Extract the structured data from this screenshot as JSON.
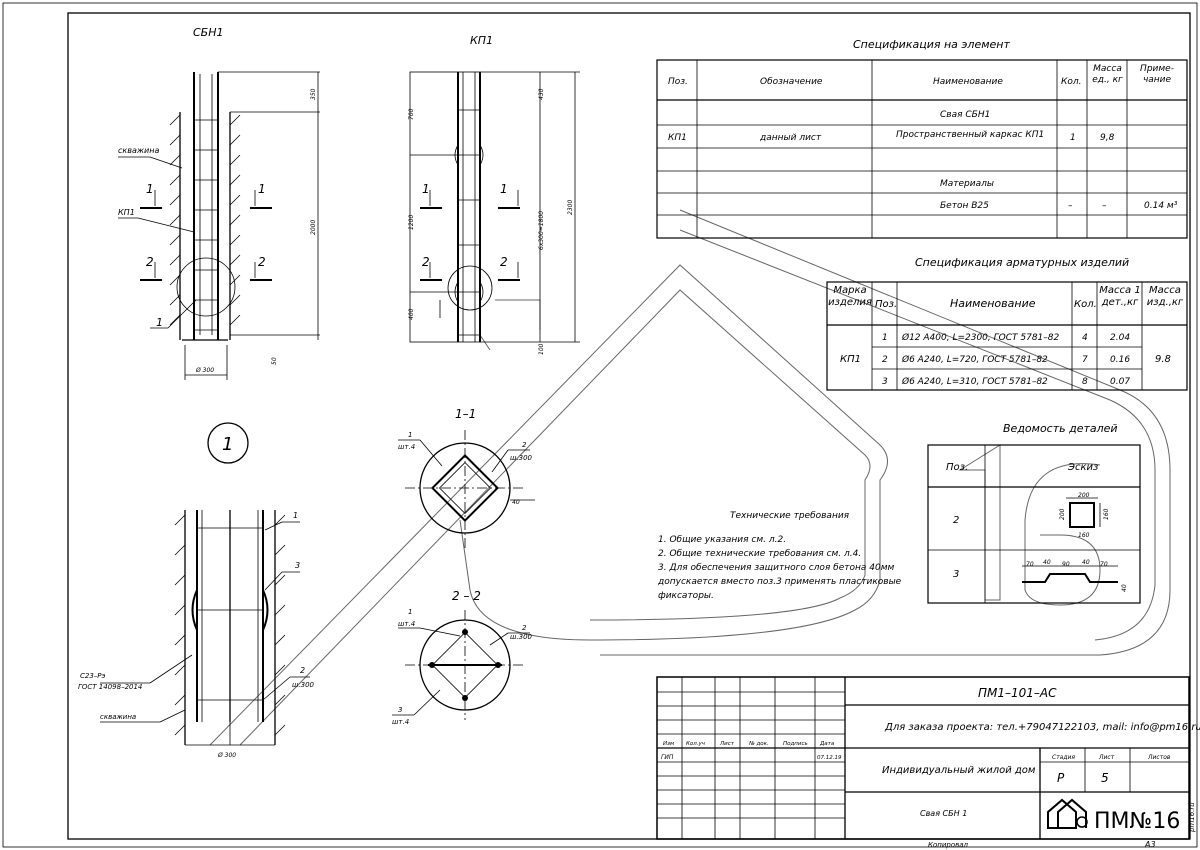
{
  "views": {
    "sbn1_title": "СБН1",
    "kp1_title": "КП1",
    "detail_marker": "1",
    "sbn1": {
      "dim_top": "350",
      "dim_height": "2000",
      "dim_bottom": "50",
      "dim_diameter": "Ø 300",
      "label_well": "скважина",
      "label_kp1": "КП1",
      "label_pos1": "1",
      "sec1a": "1",
      "sec1b": "1",
      "sec2a": "2",
      "sec2b": "2"
    },
    "kp1": {
      "dim_a": "700",
      "dim_b": "1200",
      "dim_c": "400",
      "dim_d": "430",
      "dim_e": "6х300=1800",
      "dim_total": "2300",
      "dim_f": "100",
      "sec1a": "1",
      "sec1b": "1",
      "sec2a": "2",
      "sec2b": "2"
    },
    "section_1_1": {
      "title": "1–1",
      "callout_left_num": "1",
      "callout_left_qty": "шт.4",
      "callout_right_num": "2",
      "callout_right_qty": "ш.300",
      "dim": "40"
    },
    "section_2_2": {
      "title": "2 – 2",
      "callout_left_num": "1",
      "callout_left_qty": "шт.4",
      "callout_right_num": "2",
      "callout_right_qty": "ш.300",
      "callout_bottom_num": "3",
      "callout_bottom_qty": "шт.4"
    },
    "detail_1": {
      "pos1": "1",
      "pos3": "3",
      "pos2": "2",
      "pos2_qty": "ш.300",
      "material_a": "С23–Рэ",
      "material_b": "ГОСТ 14098–2014",
      "label_well": "скважина",
      "dim_diameter": "Ø 300"
    }
  },
  "spec_element": {
    "title": "Спецификация на элемент",
    "headers": [
      "Поз.",
      "Обозначение",
      "Наименование",
      "Кол.",
      "Масса ед., кг",
      "Приме- чание"
    ],
    "group1": "Свая СБН1",
    "row1": [
      "КП1",
      "данный лист",
      "Пространственный каркас КП1",
      "1",
      "9,8",
      ""
    ],
    "group2": "Материалы",
    "row2": [
      "",
      "",
      "Бетон В25",
      "–",
      "–",
      "0.14 м³"
    ]
  },
  "spec_rebar": {
    "title": "Спецификация арматурных изделий",
    "headers": [
      "Марка изделия",
      "Поз.",
      "Наименование",
      "Кол.",
      "Масса 1 дет.,кг",
      "Масса изд.,кг"
    ],
    "mark": "КП1",
    "mass_total": "9.8",
    "rows": [
      [
        "1",
        "Ø12 А400, L=2300, ГОСТ 5781–82",
        "4",
        "2.04"
      ],
      [
        "2",
        "Ø6 А240, L=720, ГОСТ 5781–82",
        "7",
        "0.16"
      ],
      [
        "3",
        "Ø6 А240, L=310, ГОСТ 5781–82",
        "8",
        "0.07"
      ]
    ]
  },
  "details": {
    "title": "Ведомость деталей",
    "headers": [
      "Поз.",
      "Эскиз"
    ],
    "rows": [
      "2",
      "3"
    ],
    "dims_2": [
      "200",
      "200",
      "160",
      "160"
    ],
    "dims_3": [
      "70",
      "40",
      "90",
      "40",
      "70",
      "40"
    ]
  },
  "tech": {
    "title": "Технические требования",
    "lines": [
      "1. Общие указания см. л.2.",
      "2. Общие технические требования см. л.4.",
      "3. Для обеспечения защитного слоя бетона 40мм",
      "допускается вместо поз.3 применять пластиковые",
      "фиксаторы."
    ]
  },
  "title_block": {
    "code": "ПМ1–101–АС",
    "order_text": "Для заказа проекта: тел.+79047122103, mail: info@pm16.ru",
    "col_headers": [
      "Изм",
      "Кол.уч",
      "Лист",
      "№ док.",
      "Подпись",
      "Дата"
    ],
    "gip": "ГИП",
    "date": "07.12.19",
    "object": "Индивидуальный жилой дом",
    "stage_label": "Стадия",
    "sheet_label": "Лист",
    "sheets_label": "Листов",
    "stage": "Р",
    "sheet": "5",
    "sheets": "",
    "drawing": "Свая СБН 1",
    "logo_text": "ПМ№16",
    "copied": "Копировал",
    "format": "А3",
    "side": "pm16.ru"
  }
}
